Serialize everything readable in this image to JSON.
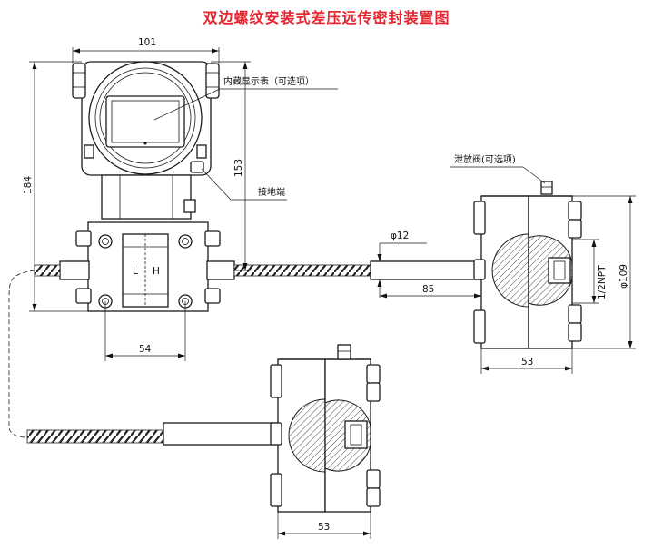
{
  "title": "双边螺纹安装式差压远传密封装置图",
  "labels": {
    "display": "内藏显示表（可选项）",
    "ground": "接地端",
    "vent": "泄放阀(可选项)",
    "L": "L",
    "H": "H",
    "npt": "1/2NPT"
  },
  "dimensions": {
    "width_top": "101",
    "height_total": "184",
    "height_body": "153",
    "flange_spacing": "54",
    "pipe_dia": "φ12",
    "pipe_len": "85",
    "seal_dia": "φ109",
    "seal_width_right": "53",
    "seal_width_bottom": "53"
  }
}
